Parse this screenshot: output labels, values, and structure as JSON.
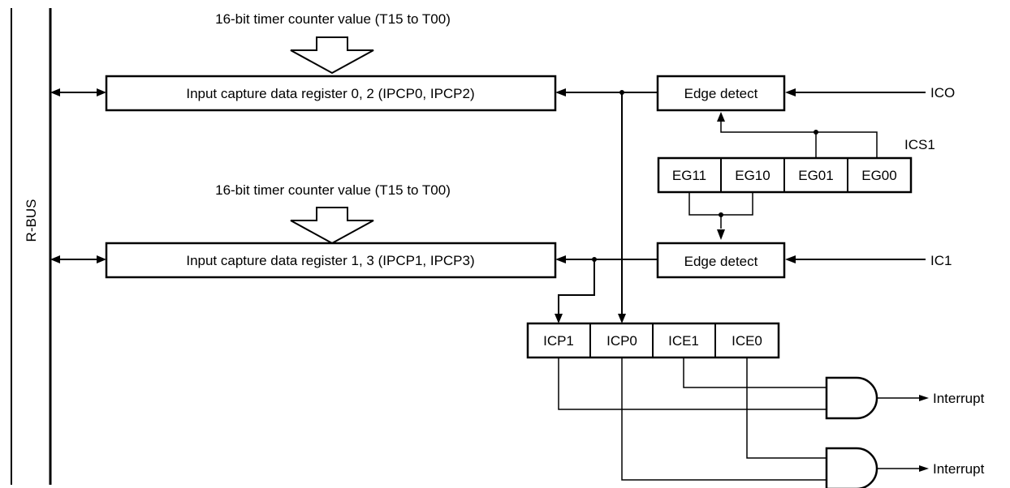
{
  "bus": {
    "label": "R-BUS"
  },
  "timer_value_top": "16-bit timer counter value (T15 to T00)",
  "timer_value_bottom": "16-bit timer counter value (T15 to T00)",
  "registers": {
    "ipcp0_2": "Input capture data register 0, 2 (IPCP0, IPCP2)",
    "ipcp1_3": "Input capture data register 1, 3 (IPCP1, IPCP3)"
  },
  "edge_detect": {
    "top": "Edge detect",
    "bottom": "Edge detect"
  },
  "inputs": {
    "ic0": "ICO",
    "ic1": "IC1"
  },
  "ics1": {
    "name": "ICS1",
    "bits": [
      "EG11",
      "EG10",
      "EG01",
      "EG00"
    ]
  },
  "ics": {
    "bits": [
      "ICP1",
      "ICP0",
      "ICE1",
      "ICE0"
    ]
  },
  "outputs": {
    "interrupt_top": "Interrupt",
    "interrupt_bottom": "Interrupt"
  }
}
